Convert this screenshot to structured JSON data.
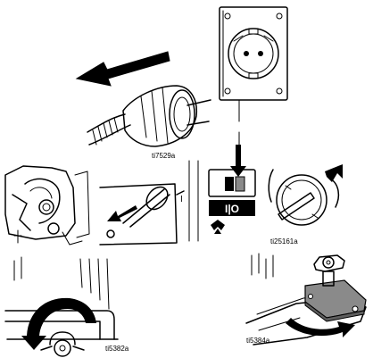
{
  "figures": {
    "unplug": "ti7529a",
    "switch": "ti25161a",
    "drain": "ti5382a",
    "valve": "ti5384a"
  },
  "switch_labels": {
    "panel": "I|O",
    "on": "I",
    "off": "O"
  },
  "colors": {
    "ink": "#000000",
    "gray": "#8a8a8a",
    "paper": "#ffffff"
  }
}
